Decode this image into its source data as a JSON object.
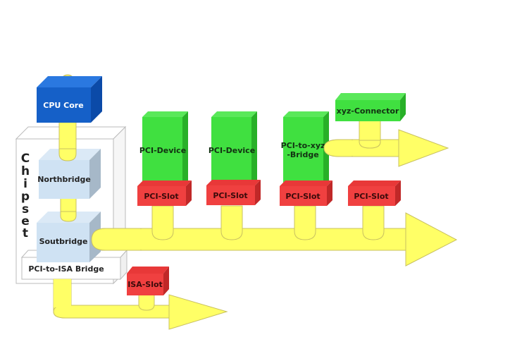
{
  "title": "PCI bus architecture diagram",
  "colors": {
    "bus": "#ffff66",
    "bus_stroke": "#c8c060",
    "cpu": "#1560c8",
    "chipset_block": "#cfe2f3",
    "device": "#40e040",
    "slot": "#f04040",
    "frame": "#ffffff"
  },
  "chipset": {
    "label": "Chipset",
    "letters": [
      "C",
      "h",
      "i",
      "p",
      "s",
      "e",
      "t"
    ]
  },
  "blocks": {
    "cpu": "CPU Core",
    "northbridge": "Northbridge",
    "southbridge": "Soutbridge",
    "pci_isa_bridge": "PCI-to-ISA Bridge",
    "pci_device_1": "PCI-Device",
    "pci_device_2": "PCI-Device",
    "pci_xyz_bridge_line1": "PCI-to-xyz",
    "pci_xyz_bridge_line2": "-Bridge",
    "xyz_connector": "xyz-Connector",
    "pci_slot_1": "PCI-Slot",
    "pci_slot_2": "PCI-Slot",
    "pci_slot_3": "PCI-Slot",
    "pci_slot_4": "PCI-Slot",
    "isa_slot": "ISA-Slot"
  },
  "buses": [
    "cpu-bus",
    "north-south-link",
    "pci-bus",
    "isa-bus",
    "xyz-bus"
  ]
}
